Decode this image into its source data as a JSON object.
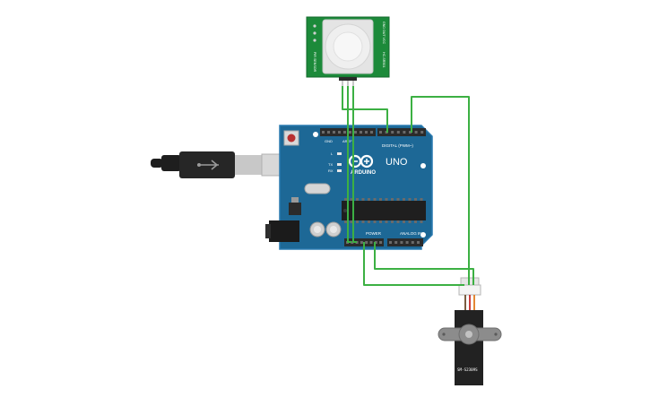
{
  "pir": {
    "model": "HC-SR501",
    "side_label": "PIR SENSOR",
    "pins_label": "GND OUT VCC"
  },
  "arduino": {
    "brand": "ARDUINO",
    "model": "UNO",
    "digital_header": "DIGITAL (PWM~)",
    "power_header": "POWER",
    "analog_header": "ANALOG IN",
    "led_l": "L",
    "led_tx": "TX",
    "led_rx": "RX",
    "aref": "AREF",
    "gnd": "GND"
  },
  "servo": {
    "model": "SM-S2309S"
  },
  "colors": {
    "wire": "#3cb043",
    "board": "#1d6896",
    "board_edge": "#2a7ab0",
    "header": "#2b2b2b",
    "pir_pcb": "#1c8a3a",
    "servo_body": "#222222",
    "servo_horn": "#8c8c8c",
    "usb_cable": "#1e1e1e"
  }
}
